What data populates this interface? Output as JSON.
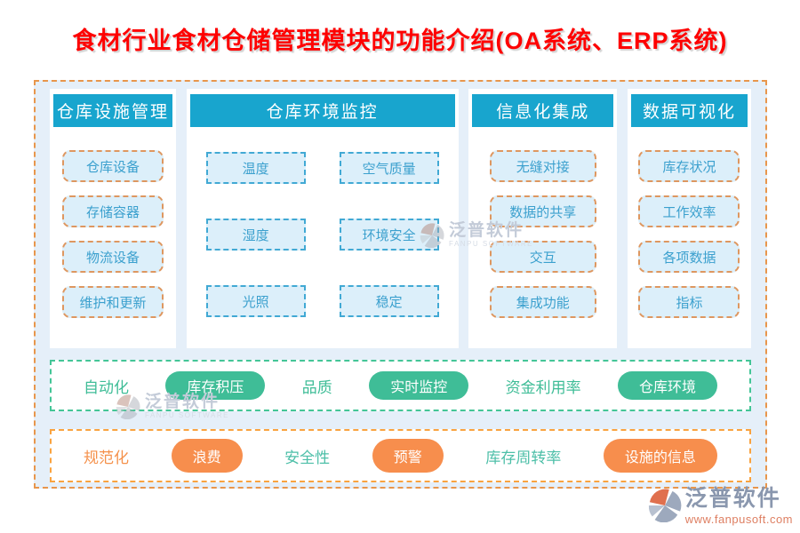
{
  "title": "食材行业食材仓储管理模块的功能介绍(OA系统、ERP系统)",
  "colors": {
    "title_red": "#FE0000",
    "header_teal": "#18A5CE",
    "panel_item_fill": "#DCEFFA",
    "item_text_blue": "#3BA0CE",
    "orange_dash": "#DE9760",
    "blue_dash": "#41A9D4",
    "green_accent": "#3FBD97",
    "orange_accent": "#F78E4D",
    "teal_text": "#4DBFA8",
    "board_bg": "#E5EFF9",
    "logo_gray_blue": "#8A97AE",
    "logo_url_salmon": "#DE7F62"
  },
  "columns": [
    {
      "header": "仓库设施管理",
      "items": [
        {
          "label": "仓库设备"
        },
        {
          "label": "存储容器"
        },
        {
          "label": "物流设备"
        },
        {
          "label": "维护和更新"
        }
      ]
    },
    {
      "header": "仓库环境监控",
      "items": [
        {
          "label": "温度"
        },
        {
          "label": "空气质量"
        },
        {
          "label": "湿度"
        },
        {
          "label": "环境安全"
        },
        {
          "label": "光照"
        },
        {
          "label": "稳定"
        }
      ]
    },
    {
      "header": "信息化集成",
      "items": [
        {
          "label": "无缝对接"
        },
        {
          "label": "数据的共享"
        },
        {
          "label": "交互"
        },
        {
          "label": "集成功能"
        }
      ]
    },
    {
      "header": "数据可视化",
      "items": [
        {
          "label": "库存状况"
        },
        {
          "label": "工作效率"
        },
        {
          "label": "各项数据"
        },
        {
          "label": "指标"
        }
      ]
    }
  ],
  "rows": [
    {
      "theme": "green",
      "entries": [
        {
          "type": "text",
          "label": "自动化"
        },
        {
          "type": "pill",
          "label": "库存积压"
        },
        {
          "type": "text",
          "label": "品质"
        },
        {
          "type": "pill",
          "label": "实时监控"
        },
        {
          "type": "text",
          "label": "资金利用率"
        },
        {
          "type": "pill",
          "label": "仓库环境"
        }
      ]
    },
    {
      "theme": "orange",
      "entries": [
        {
          "type": "text",
          "label": "规范化"
        },
        {
          "type": "pill",
          "label": "浪费"
        },
        {
          "type": "text",
          "label": "安全性"
        },
        {
          "type": "pill",
          "label": "预警"
        },
        {
          "type": "text",
          "label": "库存周转率"
        },
        {
          "type": "pill",
          "label": "设施的信息"
        }
      ]
    }
  ],
  "watermark": {
    "name": "泛普软件",
    "sub": "FANPU SOFTWARE"
  },
  "footer_logo": {
    "name": "泛普软件",
    "url": "www.fanpusoft.com"
  }
}
